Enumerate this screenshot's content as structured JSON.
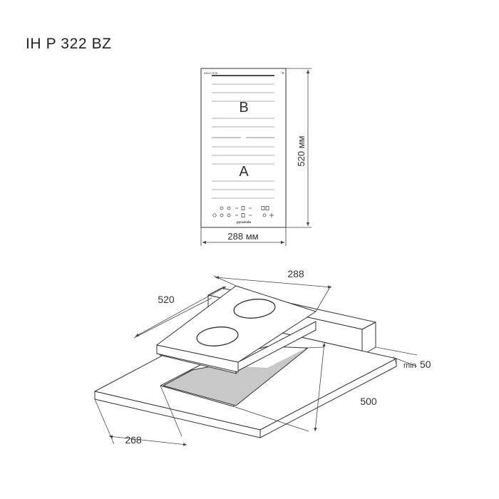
{
  "model": "IH P 322 BZ",
  "top_view": {
    "zone_top_label": "B",
    "zone_bottom_label": "A",
    "brand_text": "pyramida",
    "header_text": "INDUCTION",
    "width_label": "288 мм",
    "height_label": "520 мм"
  },
  "iso_view": {
    "width_label": "288",
    "depth_label": "520",
    "cutout_width_label": "268",
    "cutout_depth_label": "500",
    "min_prefix": "min",
    "min_value": "50"
  },
  "colors": {
    "line": "#333333",
    "cutout_fill": "#c8c8c8",
    "dim_line": "#444444"
  }
}
